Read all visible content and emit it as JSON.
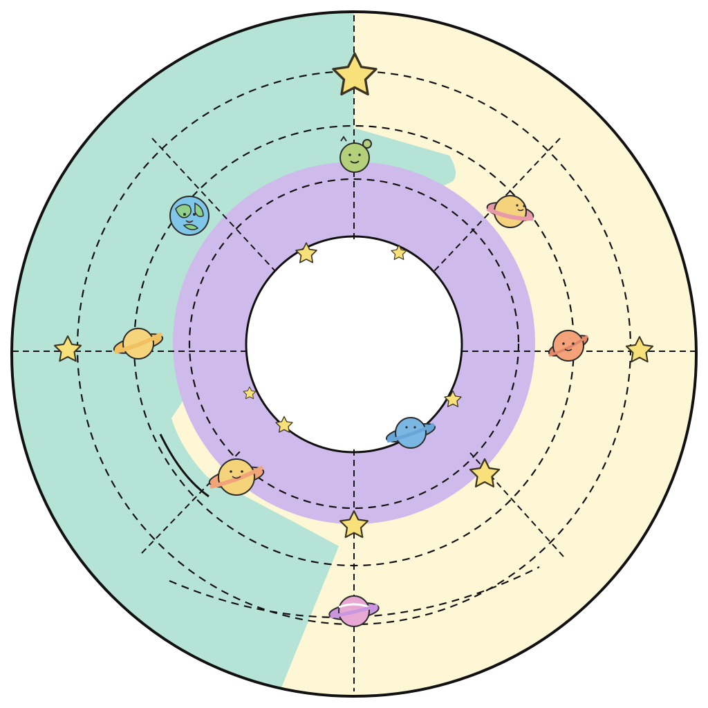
{
  "colors": {
    "background": "#ffffff",
    "left_region": "#b5e3d5",
    "right_region": "#fdf7d6",
    "inner_ring": "#cfbbeb",
    "center_hole": "#ffffff",
    "outline": "#111111",
    "star_fill": "#f8e07a",
    "star_stroke": "#3a3420"
  },
  "icons": {
    "stars": [
      "star-icon-top",
      "star-icon-left",
      "star-icon-right",
      "star-icon-bottom",
      "star-icon-lower-right",
      "star-icon-inner-top-left",
      "star-icon-inner-top-right",
      "star-icon-inner-left",
      "star-icon-inner-bottom-left",
      "star-icon-inner-right"
    ],
    "planets": [
      {
        "name": "green-planet-icon",
        "body": "#b3d07a",
        "ring": null,
        "face": true
      },
      {
        "name": "earth-globe-icon",
        "body": "#7fc6e8",
        "ring": null,
        "face": true
      },
      {
        "name": "yellow-ringed-planet-icon-top-right",
        "body": "#f5d37c",
        "ring": "#e79aa7",
        "face": true
      },
      {
        "name": "yellow-ringed-planet-icon-left",
        "body": "#f6d47b",
        "ring": "#f1c061",
        "face": false
      },
      {
        "name": "orange-planet-icon",
        "body": "#f3a27a",
        "ring": "#e3876a",
        "face": true
      },
      {
        "name": "blue-ringed-planet-icon",
        "body": "#7ab7e3",
        "ring": "#68a6d8",
        "face": false
      },
      {
        "name": "yellow-ringed-planet-icon-bottom-left",
        "body": "#f5d37a",
        "ring": "#f1a47a",
        "face": true
      },
      {
        "name": "pink-ringed-planet-icon",
        "body": "#e7a9d3",
        "ring": "#c996e0",
        "face": false
      }
    ]
  }
}
